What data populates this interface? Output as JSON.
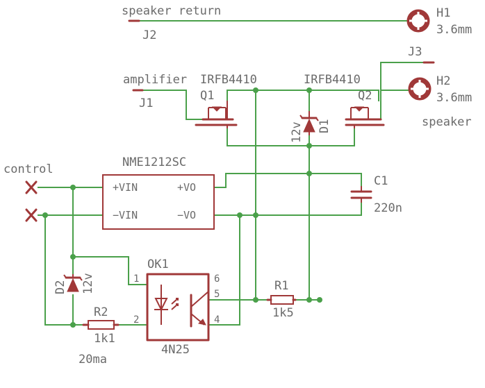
{
  "labels": {
    "speaker_return": "speaker return",
    "j2": "J2",
    "h1": "H1",
    "h1_size": "3.6mm",
    "j3": "J3",
    "amplifier": "amplifier",
    "j1": "J1",
    "q1_part": "IRFB4410",
    "q1": "Q1",
    "q2_part": "IRFB4410",
    "q2": "Q2",
    "h2": "H2",
    "h2_size": "3.6mm",
    "speaker": "speaker",
    "d1_value": "12v",
    "d1": "D1",
    "control": "control",
    "nme_part": "NME1212SC",
    "pin_pvin": "+VIN",
    "pin_pvo": "+VO",
    "pin_mvin": "−VIN",
    "pin_mvo": "−VO",
    "c1": "C1",
    "c1_value": "220n",
    "ok1": "OK1",
    "ok1_part": "4N25",
    "ok1_pin1": "1",
    "ok1_pin2": "2",
    "ok1_pin4": "4",
    "ok1_pin5": "5",
    "ok1_pin6": "6",
    "d2": "D2",
    "d2_value": "12v",
    "r1": "R1",
    "r1_value": "1k5",
    "r2": "R2",
    "r2_value": "1k1",
    "current": "20ma"
  },
  "colors": {
    "wire": "#4aa04a",
    "symbol": "#a03838",
    "text": "#6b6b6b"
  }
}
